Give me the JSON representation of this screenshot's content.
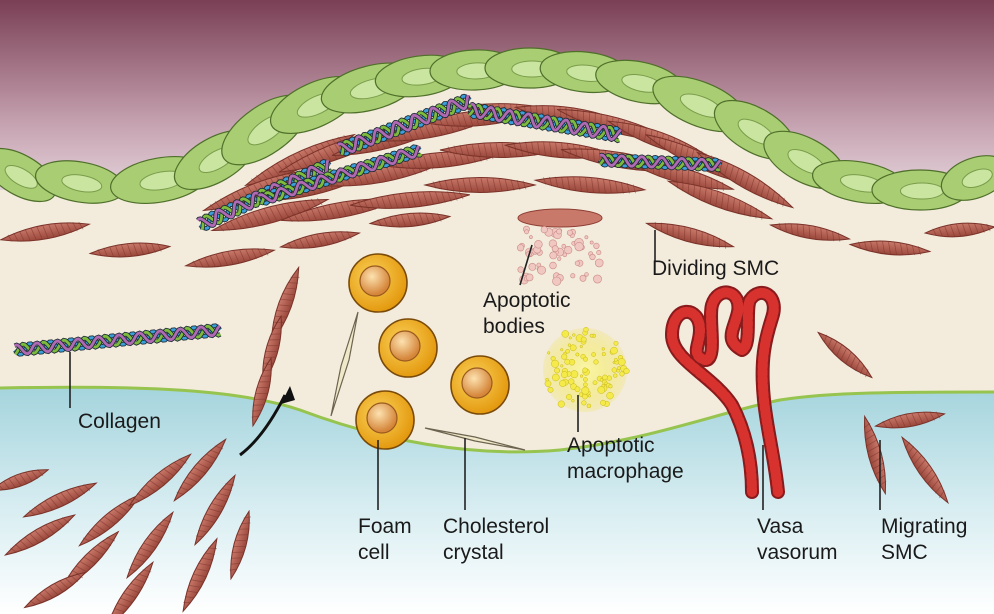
{
  "colors": {
    "lumen_top": "#7a3f55",
    "lumen_bottom": "#f3eef0",
    "endothelium": "#a8cd72",
    "endothelium_nucleus": "#c9e5a0",
    "intima": "#f3ebdc",
    "media_top": "#a5d4dd",
    "media_bottom": "#ffffff",
    "smc": "#b15c4f",
    "smc_stripe": "#7a3229",
    "foam": "#f2b424",
    "foam_nucleus": "#d99a4a",
    "crystal": "#efe8c9",
    "apoptotic_macrophage": "#f5ee74",
    "vasa": "#cf2a2c",
    "internal_elastic_lamina": "#96c44f"
  },
  "labels": {
    "collagen": "Collagen",
    "apoptotic_bodies_1": "Apoptotic",
    "apoptotic_bodies_2": "bodies",
    "dividing_smc": "Dividing SMC",
    "apoptotic_macrophage_1": "Apoptotic",
    "apoptotic_macrophage_2": "macrophage",
    "foam_cell_1": "Foam",
    "foam_cell_2": "cell",
    "cholesterol_1": "Cholesterol",
    "cholesterol_2": "crystal",
    "vasa_1": "Vasa",
    "vasa_2": "vasorum",
    "migrating_1": "Migrating",
    "migrating_2": "SMC"
  },
  "icons": {
    "smc": "spindle-cell-icon",
    "foam": "foam-cell-icon",
    "crystal": "crystal-icon",
    "collagen": "helix-icon",
    "vessel": "capillary-loop-icon"
  }
}
